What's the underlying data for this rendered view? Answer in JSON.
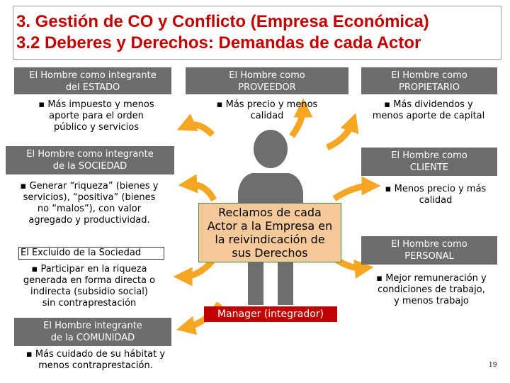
{
  "title": {
    "line1": "3. Gestión de CO y Conflicto (Empresa Económica)",
    "line2": "3.2 Deberes y Derechos: Demandas de cada Actor"
  },
  "actors": {
    "estado": {
      "h1": "El Hombre como integrante",
      "h2": "del ESTADO",
      "d1": "▪ Más impuesto y menos",
      "d2": "aporte para el orden",
      "d3": "público y servicios"
    },
    "proveedor": {
      "h1": "El Hombre como",
      "h2": "PROVEEDOR",
      "d1": "▪ Más precio y menos",
      "d2": "calidad"
    },
    "propietario": {
      "h1": "El Hombre como",
      "h2": "PROPIETARIO",
      "d1": "▪ Más dividendos y",
      "d2": "menos aporte de capital"
    },
    "sociedad": {
      "h1": "El Hombre como integrante",
      "h2": "de la SOCIEDAD",
      "d1": "▪ Generar “riqueza” (bienes y",
      "d2": "servicios), “positiva” (bienes",
      "d3": "no “malos”), con valor",
      "d4": "agregado y productividad."
    },
    "cliente": {
      "h1": "El Hombre como",
      "h2": "CLIENTE",
      "d1": "▪ Menos precio y más",
      "d2": "calidad"
    },
    "excluido": {
      "label": "El Excluido de la Sociedad",
      "d1": "▪ Participar en la riqueza",
      "d2": "generada en forma directa o",
      "d3": "indirecta (subsidio social)",
      "d4": "sin contraprestación"
    },
    "personal": {
      "h1": "El Hombre como",
      "h2": "PERSONAL",
      "d1": "▪ Mejor remuneración y",
      "d2": "condiciones de trabajo,",
      "d3": "y menos trabajo"
    },
    "comunidad": {
      "h1": "El Hombre integrante",
      "h2": "de la COMUNIDAD",
      "d1": "▪ Más cuidado de su hábitat y",
      "d2": "menos  contraprestación."
    }
  },
  "center": {
    "l1": "Reclamos de cada",
    "l2": "Actor a la Empresa en",
    "l3": "la reivindicación de",
    "l4": "sus Derechos"
  },
  "manager": "Manager (integrador)",
  "page_number": "19",
  "colors": {
    "title": "#c00000",
    "header": "#6d6d6d",
    "arrow": "#f5a623",
    "center_fill": "#f5c99a",
    "center_border": "#4a8a3a",
    "figure": "#6e6e6e",
    "manager": "#c00000"
  }
}
